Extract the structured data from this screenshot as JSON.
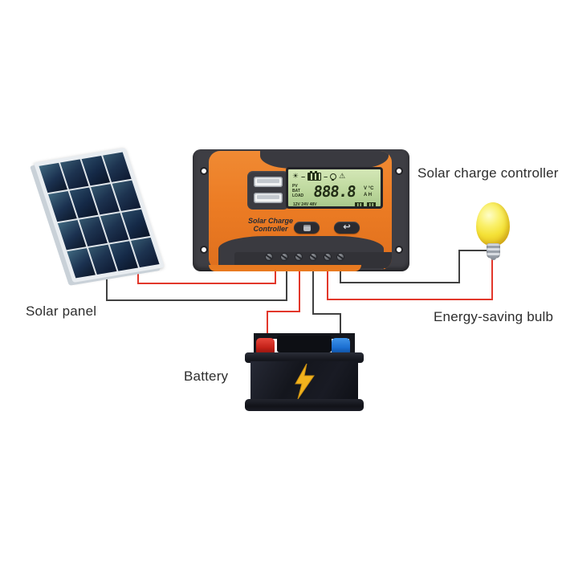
{
  "labels": {
    "solar_charge_controller": "Solar charge controller",
    "solar_panel": "Solar panel",
    "energy_saving_bulb": "Energy-saving bulb",
    "battery": "Battery"
  },
  "controller": {
    "brand_line1": "Solar Charge",
    "brand_line2": "Controller",
    "back_icon": "↩",
    "lcd": {
      "sun_icon": "☀",
      "flow_dash1": "–",
      "flow_dash2": "–",
      "warning_icon": "⚠",
      "pv_label": "PV",
      "bat_label": "BAT",
      "load_label": "LOAD",
      "value": "888.8",
      "units_row1": "V °C",
      "units_row2": "A H",
      "voltage_modes": "12V 24V 48V"
    }
  },
  "solar_panel": {
    "rows": 4,
    "cols": 4
  },
  "colors": {
    "controller_orange": "#EC7C24",
    "chassis_gray": "#3E3E44",
    "lcd_green": "#BCD79C",
    "wire_red": "#E2372B",
    "wire_black": "#414141",
    "battery_dark": "#15171D",
    "terminal_positive_red": "#C32118",
    "terminal_negative_blue": "#1B6FD2",
    "lightning_yellow": "#F2B31D",
    "bulb_yellow": "#F4E136",
    "led_red": "#EE1D12"
  }
}
